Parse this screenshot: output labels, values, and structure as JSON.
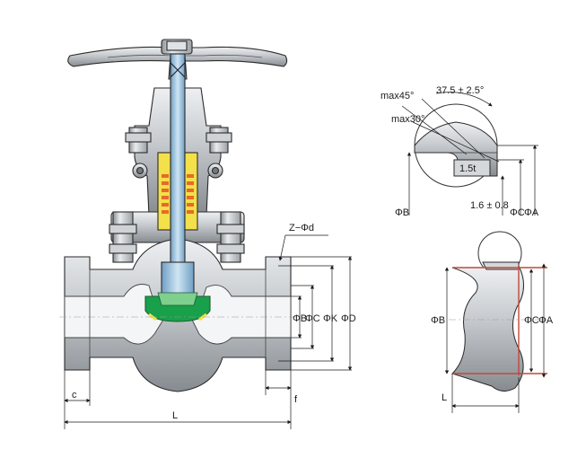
{
  "colors": {
    "steel": "#bcc0c4",
    "steel_dark": "#8d9297",
    "steel_light": "#e4e6e8",
    "outline": "#2a2a2a",
    "stem_blue": "#9fc7e3",
    "packing_yellow": "#f3e04a",
    "packing_orange": "#e8692a",
    "disc_green": "#19a04a",
    "seat_red": "#c2483a"
  },
  "icons": [
    "handwheel-icon",
    "gland-bolt-icon"
  ],
  "labels": {
    "valve": {
      "z_phi_d": "Z−Φd",
      "phi_b": "ΦB",
      "phi_c": "ΦC",
      "phi_k": "ΦK",
      "phi_d": "ΦD",
      "c": "c",
      "l": "L",
      "f": "f"
    },
    "weld_end": {
      "max45": "max45°",
      "max30": "max30°",
      "angle": "37.5 ± 2.5°",
      "t15": "1.5t",
      "root": "1.6 ± 0.8",
      "phi_b": "ΦB",
      "phi_c": "ΦC",
      "phi_a": "ΦA"
    },
    "socket_end": {
      "phi_b": "ΦB",
      "phi_c": "ΦC",
      "phi_a": "ΦA",
      "l": "L"
    }
  }
}
